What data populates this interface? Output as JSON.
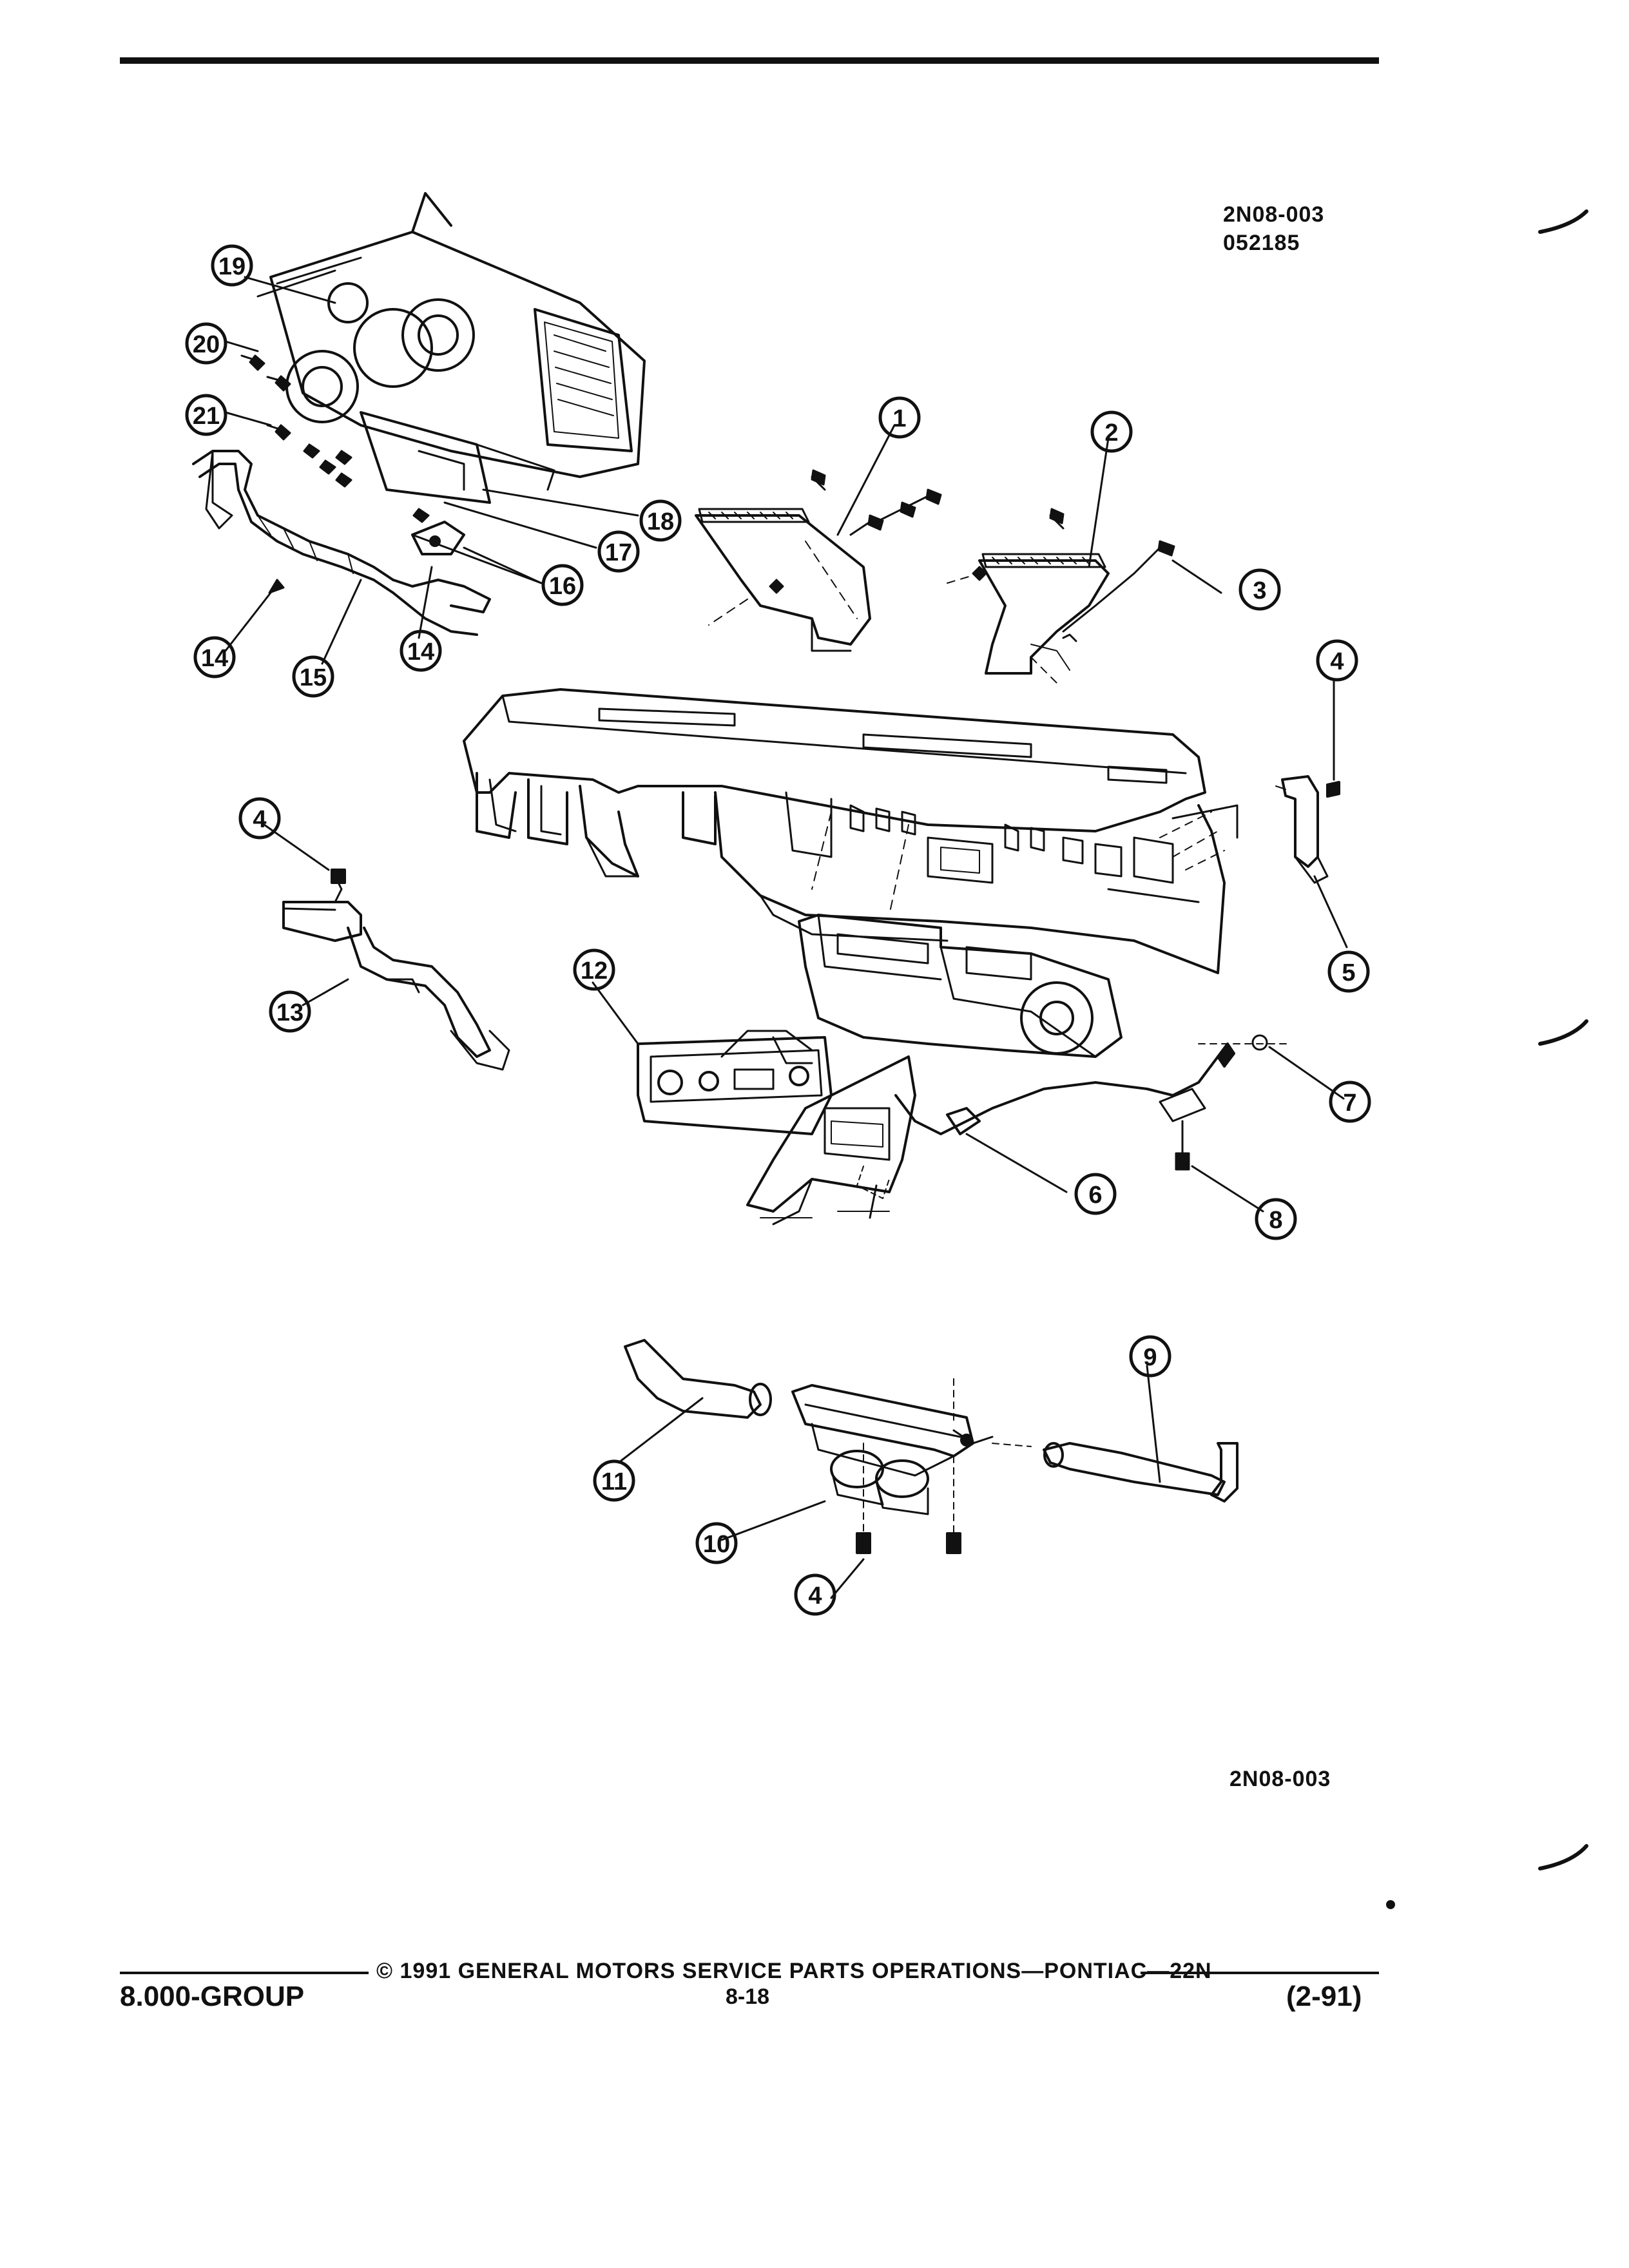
{
  "header": {
    "code_1": "2N08-003",
    "code_2": "052185"
  },
  "diagram": {
    "callouts": [
      "1",
      "2",
      "3",
      "4",
      "4",
      "4",
      "5",
      "6",
      "7",
      "8",
      "9",
      "10",
      "11",
      "12",
      "13",
      "14",
      "14",
      "15",
      "16",
      "17",
      "18",
      "19",
      "20",
      "21"
    ]
  },
  "bottom_code": "2N08-003",
  "footer": {
    "copyright": "© 1991 GENERAL MOTORS SERVICE PARTS OPERATIONS—PONTIAC—22N",
    "group": "8.000-GROUP",
    "page": "8-18",
    "revision": "(2-91)"
  }
}
